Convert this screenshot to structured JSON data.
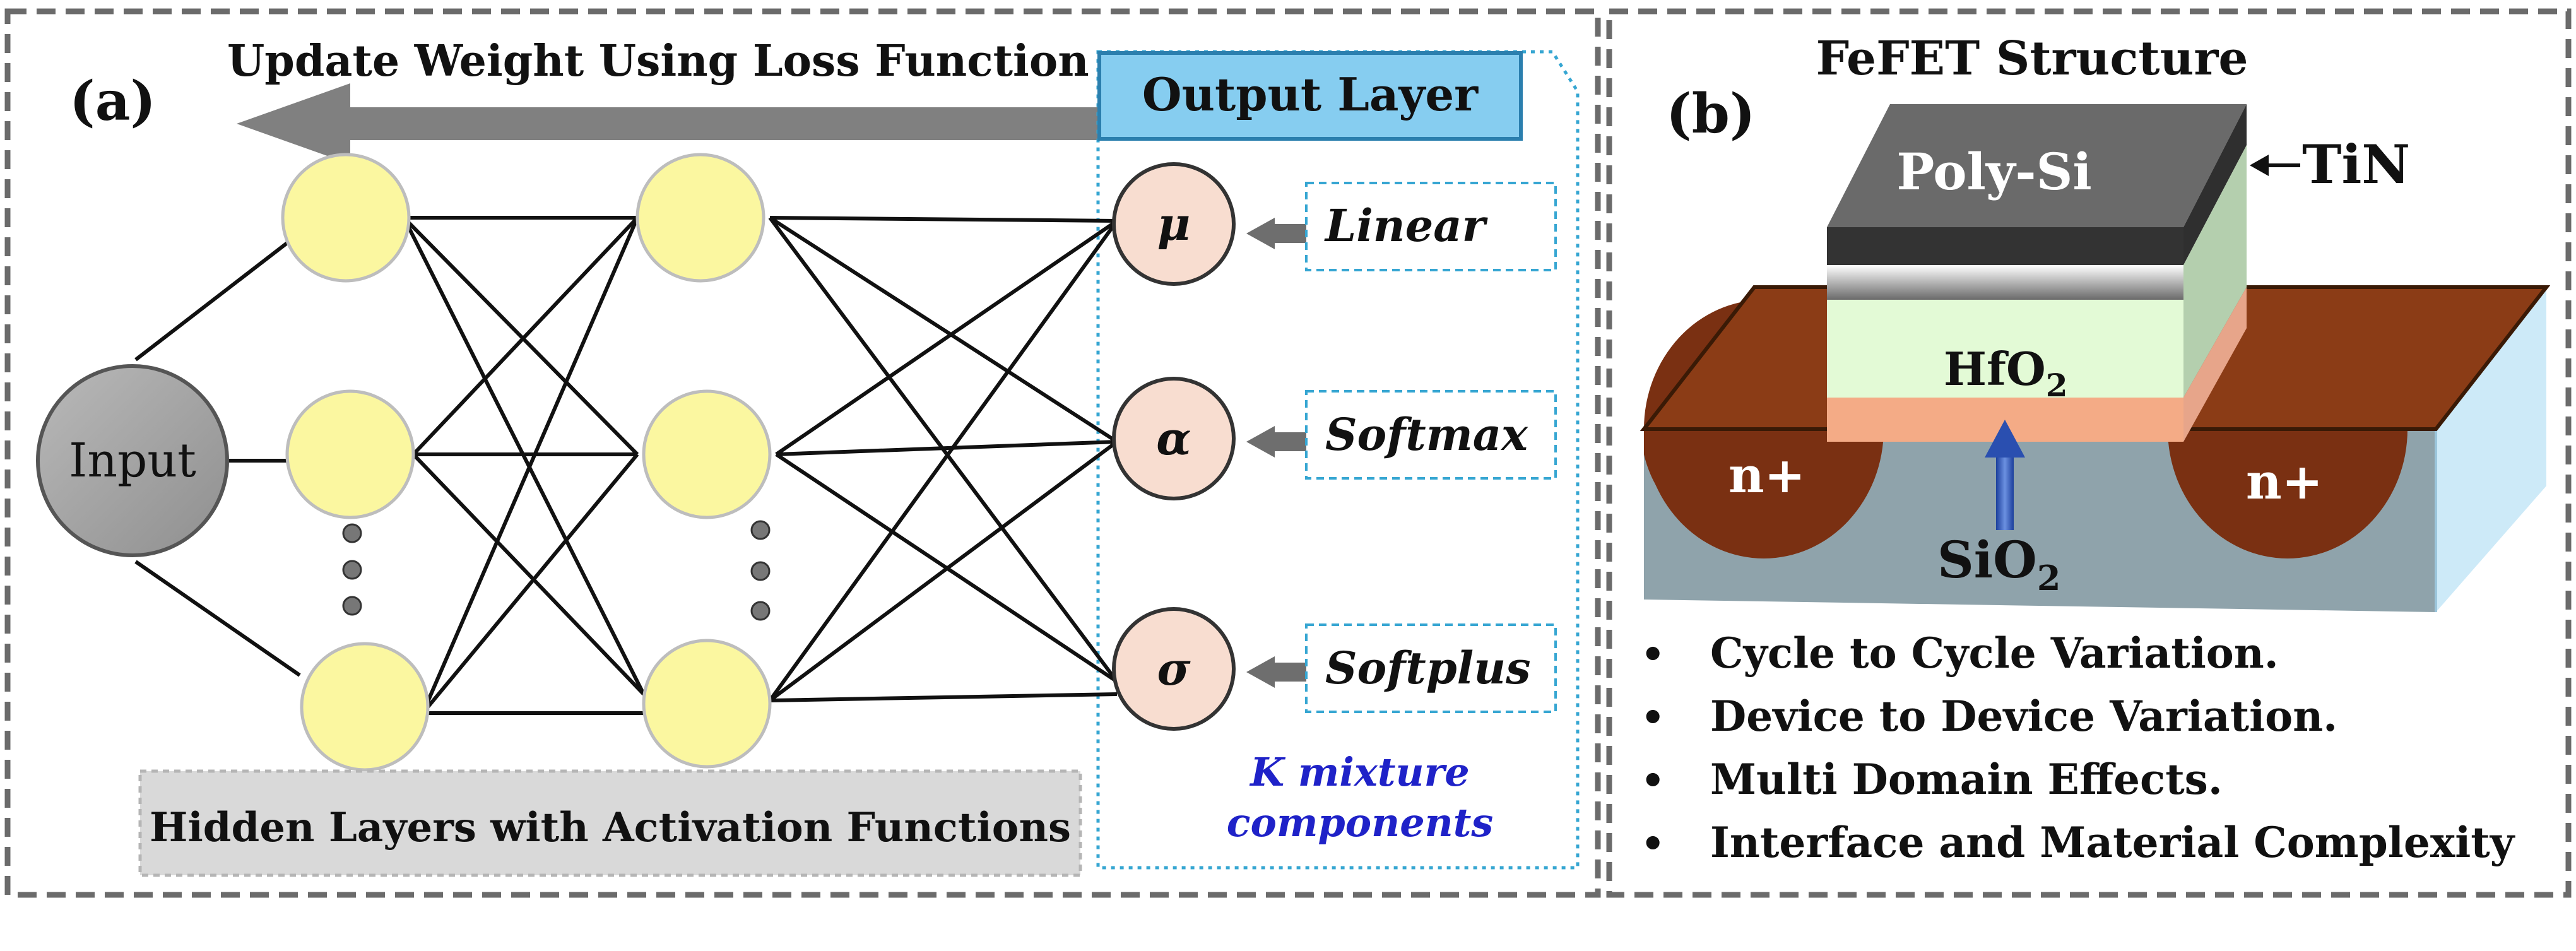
{
  "panel_a": {
    "label": "(a)",
    "update_title": "Update Weight Using Loss Function",
    "output_layer": "Output Layer",
    "input": "Input",
    "outputs": [
      {
        "symbol": "μ",
        "activation": "Linear"
      },
      {
        "symbol": "α",
        "activation": "Softmax"
      },
      {
        "symbol": "σ",
        "activation": "Softplus"
      }
    ],
    "mixture_line1": "K mixture",
    "mixture_line2": "components",
    "hidden_caption": "Hidden Layers with Activation Functions"
  },
  "panel_b": {
    "label": "(b)",
    "title": "FeFET Structure",
    "layers": {
      "poly": "Poly-Si",
      "tin": "TiN",
      "hfo2_base": "HfO",
      "hfo2_sub": "2",
      "sio2_base": "SiO",
      "sio2_sub": "2",
      "n_left": "n+",
      "n_right": "n+"
    },
    "bullets": [
      "Cycle to Cycle Variation.",
      "Device to Device Variation.",
      "Multi Domain Effects.",
      "Interface and Material Complexity"
    ]
  },
  "colors": {
    "neuron": "#fbf7a0",
    "output_node": "#f8ddd0",
    "output_header": "#86cdf0",
    "substrate": "#9aabb0",
    "contact": "#8b3c16",
    "hfo2": "#e3fad6",
    "sio2": "#f4ab86",
    "poly_si": "#6a6a6a",
    "tin": "#2b2b2b",
    "arrow_gray": "#808080",
    "blue_text": "#1f22c8"
  }
}
